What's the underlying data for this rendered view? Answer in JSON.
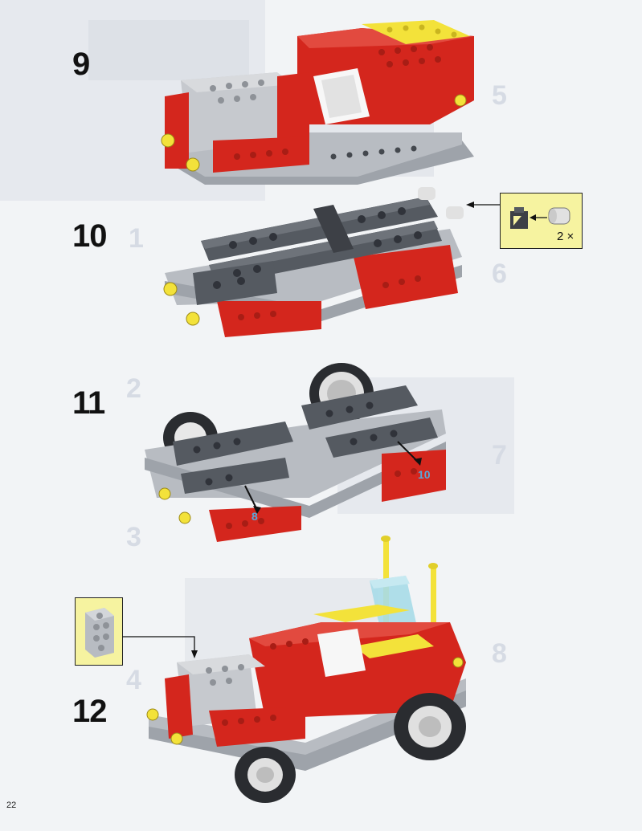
{
  "steps": [
    {
      "number": "9"
    },
    {
      "number": "10"
    },
    {
      "number": "11"
    },
    {
      "number": "12"
    }
  ],
  "background_steps": [
    "5",
    "1",
    "6",
    "2",
    "7",
    "3",
    "8",
    "4"
  ],
  "callouts": {
    "step10": {
      "quantity": "2 ×"
    }
  },
  "part_tags": {
    "step11_left": "8",
    "step11_right": "10"
  },
  "page_number": "22",
  "colors": {
    "red": "#d4261d",
    "dark_gray": "#555a61",
    "light_gray": "#b8bcc2",
    "yellow": "#f3e23a",
    "white": "#f7f7f7",
    "trans_blue": "#a7dbe8",
    "callout_bg": "#f6f3a0"
  }
}
